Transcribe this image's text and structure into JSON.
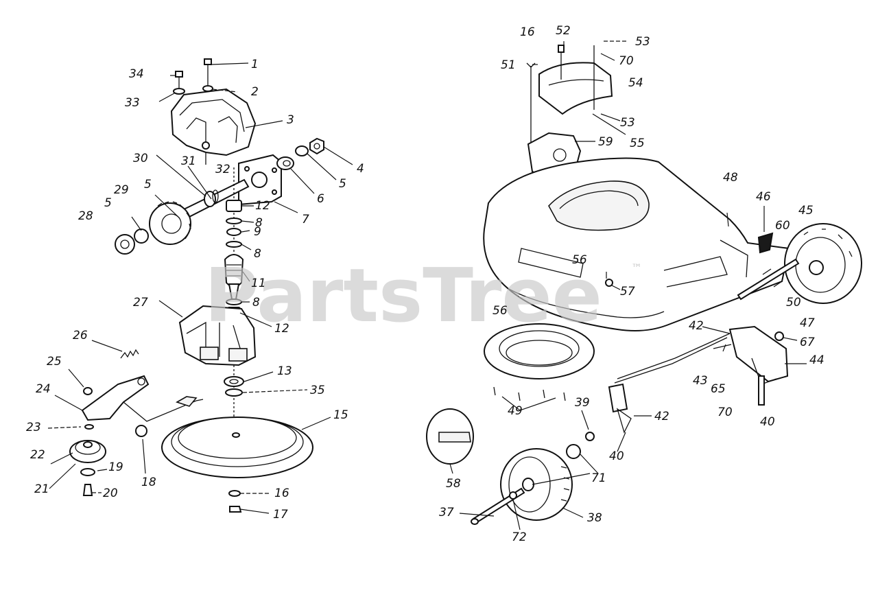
{
  "watermark": {
    "text": "PartsTree",
    "trademark": "™"
  },
  "callouts": {
    "c1": "1",
    "c2": "2",
    "c3": "3",
    "c4": "4",
    "c5a": "5",
    "c5b": "5",
    "c5c": "5",
    "c6": "6",
    "c7": "7",
    "c8a": "8",
    "c8b": "8",
    "c8c": "8",
    "c9": "9",
    "c11": "11",
    "c12a": "12",
    "c12b": "12",
    "c13": "13",
    "c15": "15",
    "c16a": "16",
    "c16b": "16",
    "c17": "17",
    "c18": "18",
    "c19": "19",
    "c20": "20",
    "c21": "21",
    "c22": "22",
    "c23": "23",
    "c24": "24",
    "c25": "25",
    "c26": "26",
    "c27": "27",
    "c28": "28",
    "c29": "29",
    "c30": "30",
    "c31": "31",
    "c32": "32",
    "c33": "33",
    "c34": "34",
    "c35": "35",
    "c37": "37",
    "c38": "38",
    "c39": "39",
    "c40a": "40",
    "c40b": "40",
    "c42a": "42",
    "c42b": "42",
    "c43": "43",
    "c44": "44",
    "c45": "45",
    "c46": "46",
    "c47": "47",
    "c48": "48",
    "c49": "49",
    "c50": "50",
    "c51": "51",
    "c52": "52",
    "c53a": "53",
    "c53b": "53",
    "c54": "54",
    "c55": "55",
    "c56a": "56",
    "c56b": "56",
    "c57": "57",
    "c58": "58",
    "c59": "59",
    "c60": "60",
    "c65": "65",
    "c67": "67",
    "c70a": "70",
    "c70b": "70",
    "c71": "71",
    "c72": "72"
  }
}
